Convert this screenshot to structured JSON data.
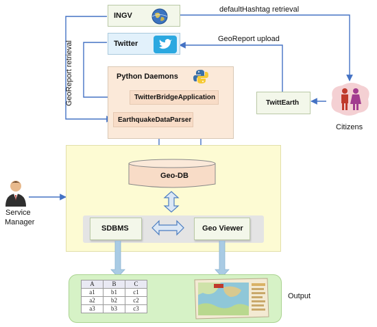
{
  "nodes": {
    "ingv": "INGV",
    "twitter": "Twitter",
    "python_daemons": "Python Daemons",
    "twitter_bridge": "TwitterBridgeApplication",
    "earthquake_parser": "EarthquakeDataParser",
    "geo_db": "Geo-DB",
    "sdbms": "SDBMS",
    "geo_viewer": "Geo Viewer",
    "twittearth": "TwittEarth",
    "citizens": "Citizens",
    "service_manager_1": "Service",
    "service_manager_2": "Manager",
    "output": "Output"
  },
  "edges": {
    "default_hashtag": "defaultHashtag retrieval",
    "georeport_upload": "GeoReport upload",
    "georeport_retrieval": "GeoReport retrieval"
  },
  "output_table": {
    "headers": [
      "A",
      "B",
      "C"
    ],
    "rows": [
      [
        "a1",
        "b1",
        "c1"
      ],
      [
        "a2",
        "b2",
        "c2"
      ],
      [
        "a3",
        "b3",
        "c3"
      ]
    ]
  },
  "colors": {
    "arrow": "#4472c4",
    "system_bg": "#fdfbd3",
    "daemons_bg": "#fbe9d9",
    "output_bg": "#d6f2c6",
    "node_bg": "#f3f7ea"
  },
  "icons": [
    "globe-icon",
    "twitter-bird-icon",
    "python-logo-icon",
    "service-manager-person-icon",
    "citizens-couple-icon",
    "map-thumbnail-icon"
  ]
}
